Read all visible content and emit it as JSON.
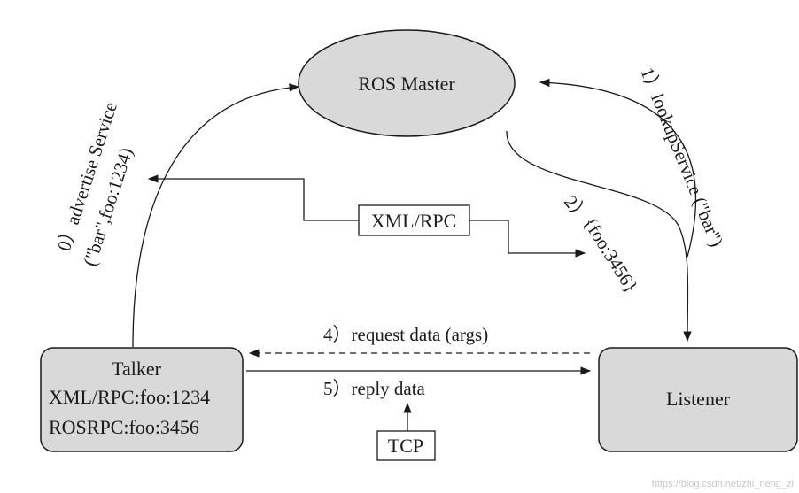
{
  "nodes": {
    "master": {
      "label": "ROS Master"
    },
    "talker": {
      "title": "Talker",
      "line1": "XML/RPC:foo:1234",
      "line2": "ROSRPC:foo:3456"
    },
    "listener": {
      "label": "Listener"
    }
  },
  "boxes": {
    "xmlrpc": "XML/RPC",
    "tcp": "TCP"
  },
  "labels": {
    "advertise_line1": "0）advertise Service",
    "advertise_line2": "(\"bar\",foo:1234)",
    "lookup": "1）lookupService (\"bar\")",
    "reply_addr_line1": "2）",
    "reply_addr_line2": "{foo:3456}",
    "request": "4）request data (args)",
    "reply": "5）reply data"
  },
  "watermark": "https://blog.csdn.net/zhi_neng_zi",
  "colors": {
    "node_fill": "#d9d9d9",
    "stroke": "#1a1a1a",
    "background": "#ffffff"
  }
}
